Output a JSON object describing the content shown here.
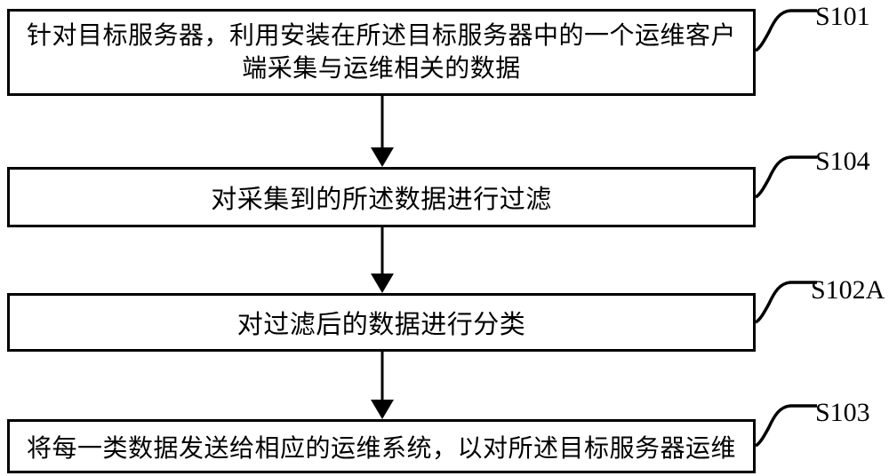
{
  "figure": {
    "type": "flowchart",
    "background_color": "#ffffff",
    "line_color": "#000000",
    "steps": [
      {
        "label": "S101",
        "text": "针对目标服务器，利用安装在所述目标服务器中的一个运维客户端采集与运维相关的数据"
      },
      {
        "label": "S104",
        "text": "对采集到的所述数据进行过滤"
      },
      {
        "label": "S102A",
        "text": "对过滤后的数据进行分类"
      },
      {
        "label": "S103",
        "text": "将每一类数据发送给相应的运维系统，以对所述目标服务器运维"
      }
    ]
  }
}
